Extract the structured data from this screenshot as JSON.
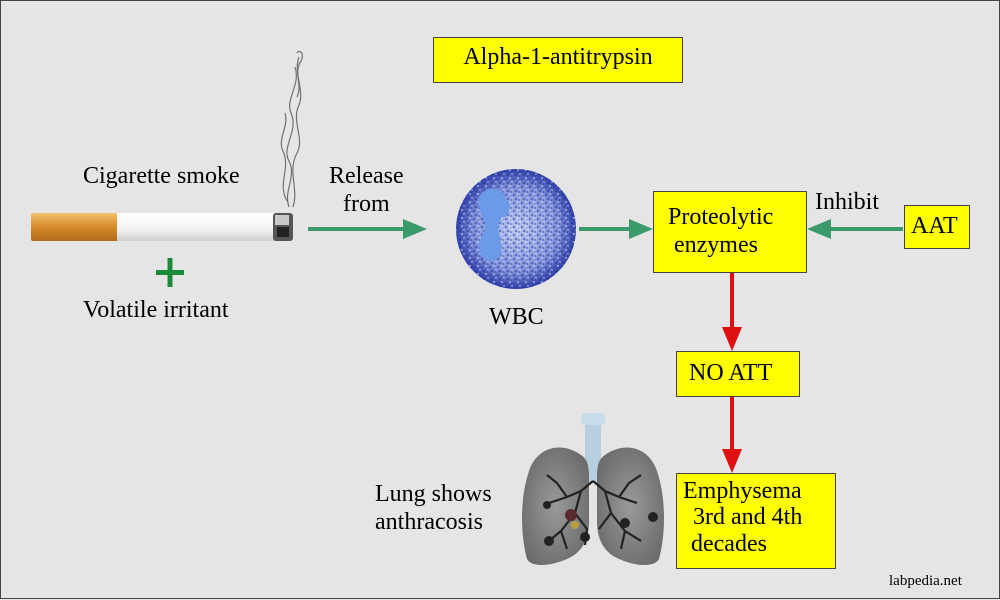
{
  "title": "Alpha-1-antitrypsin",
  "cigarette_label": "Cigarette smoke",
  "plus_sign": "+",
  "volatile_label": "Volatile irritant",
  "release_label_line1": "Release",
  "release_label_line2": "from",
  "wbc_label": "WBC",
  "proteolytic_line1": "Proteolytic",
  "proteolytic_line2": "enzymes",
  "inhibit_label": "Inhibit",
  "aat_label": "AAT",
  "no_att_label": "NO ATT",
  "emphysema_line1": "Emphysema",
  "emphysema_line2": "3rd and 4th",
  "emphysema_line3": "decades",
  "lung_label_line1": "Lung shows",
  "lung_label_line2": "anthracosis",
  "watermark": "labpedia.net",
  "colors": {
    "background": "#e5e5e5",
    "box_fill": "#ffff00",
    "green_arrow": "#3a9a6a",
    "red_arrow": "#e01010",
    "plus_green": "#1a8a3a",
    "wbc_blue": "#2a3ab0",
    "nucleus_blue": "#6a9ae8"
  },
  "icons": [
    "cigarette-icon",
    "smoke-icon",
    "wbc-cell-icon",
    "lungs-icon"
  ]
}
